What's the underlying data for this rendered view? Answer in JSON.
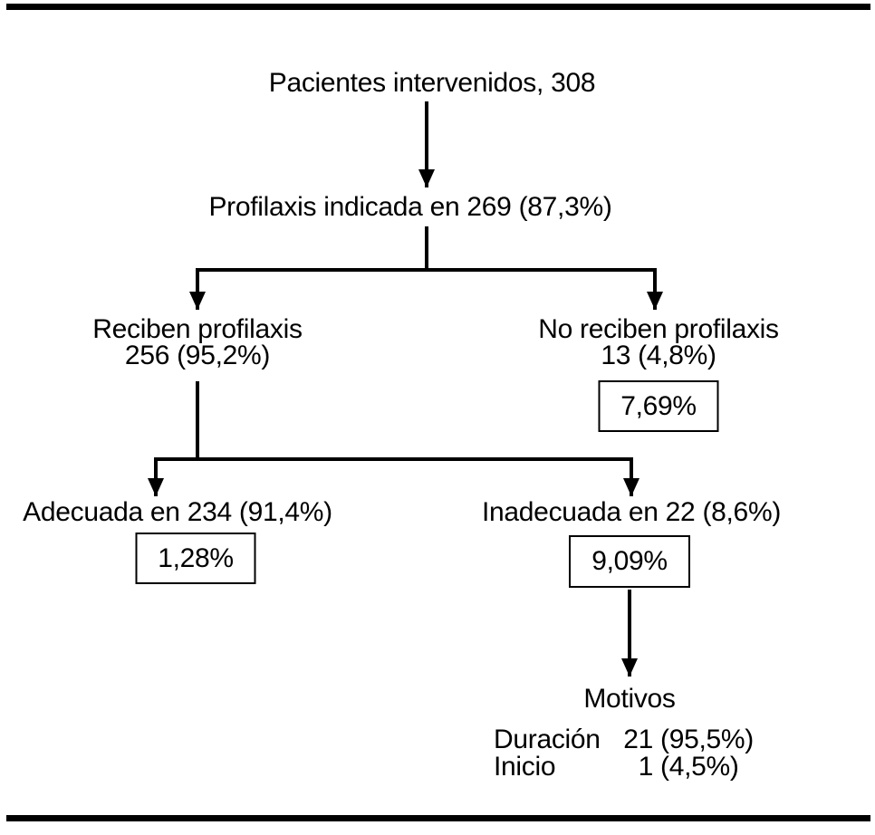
{
  "colors": {
    "ink": "#000000",
    "background": "#ffffff"
  },
  "nodes": {
    "root": {
      "label": "Pacientes intervenidos, 308"
    },
    "indicada": {
      "label": "Profilaxis indicada en 269 (87,3%)"
    },
    "reciben": {
      "line1": "Reciben profilaxis",
      "line2": "256 (95,2%)"
    },
    "no_reciben": {
      "line1": "No reciben profilaxis",
      "line2": "13 (4,8%)",
      "rate": "7,69%"
    },
    "adecuada": {
      "label": "Adecuada en 234 (91,4%)",
      "rate": "1,28%"
    },
    "inadecuada": {
      "label": "Inadecuada en 22 (8,6%)",
      "rate": "9,09%"
    }
  },
  "motivos": {
    "title": "Motivos",
    "items": [
      {
        "label": "Duración",
        "value": "21",
        "pct": "(95,5%)"
      },
      {
        "label": "Inicio",
        "value": "1",
        "pct": "(4,5%)"
      }
    ]
  }
}
